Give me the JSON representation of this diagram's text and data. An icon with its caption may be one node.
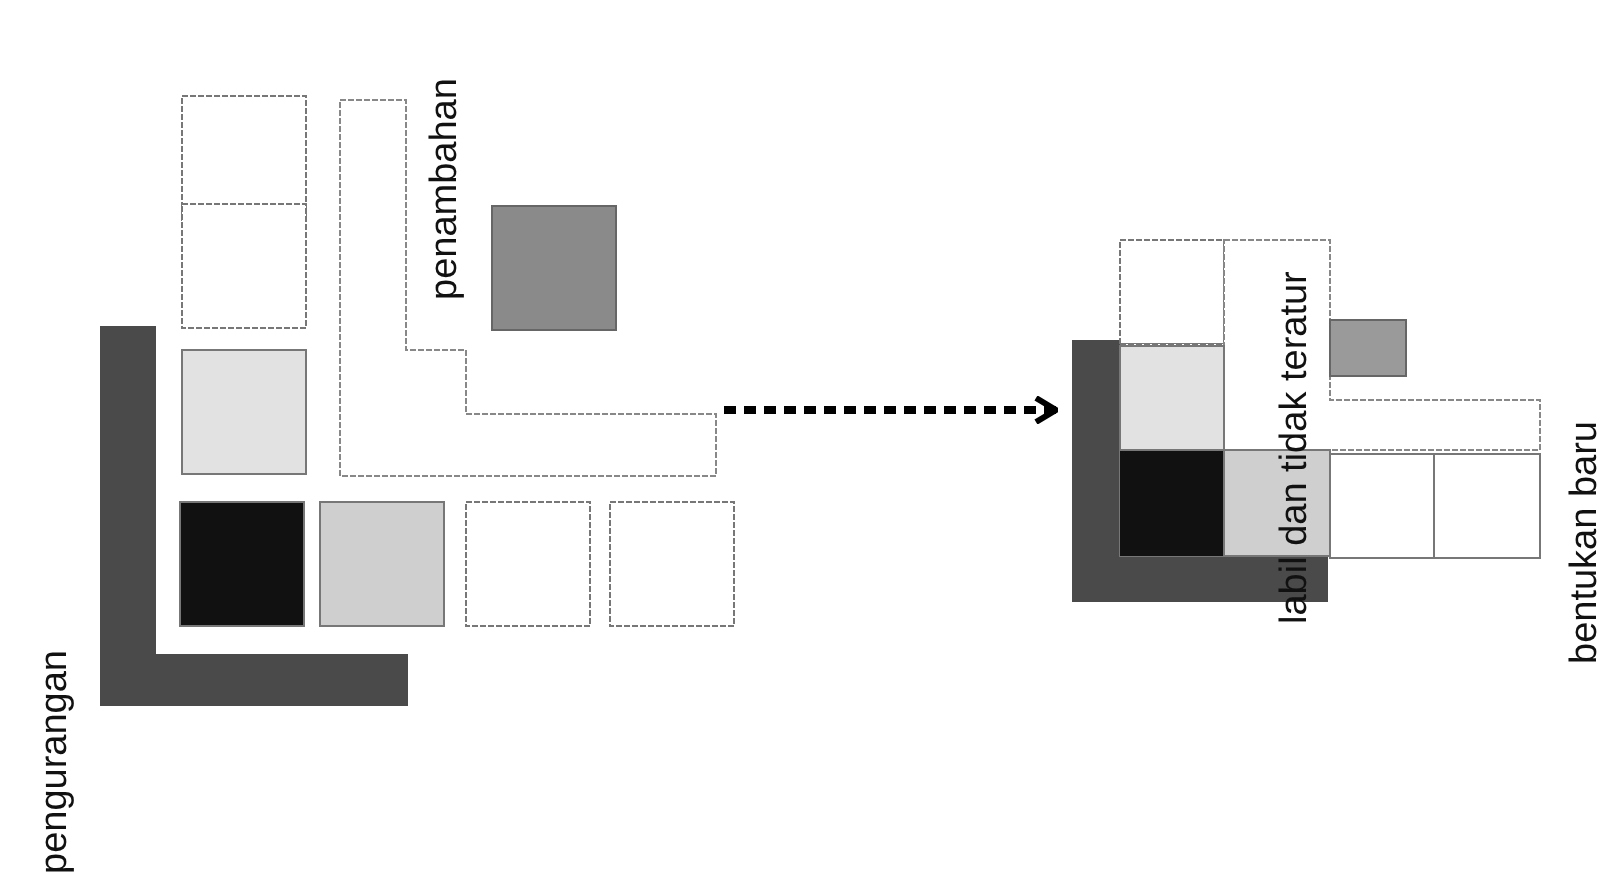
{
  "diagram": {
    "nodes": [
      {
        "text": [],
        "shape": "picture"
      },
      {
        "text": [],
        "shape": "picture"
      }
    ],
    "edges": [
      {
        "from": 0,
        "to": 1,
        "arrow": "to",
        "style": "dashed"
      }
    ],
    "labels": [
      "penambahan",
      "pengurangan",
      "labil dan tidak teratur",
      "bentukan baru"
    ]
  }
}
